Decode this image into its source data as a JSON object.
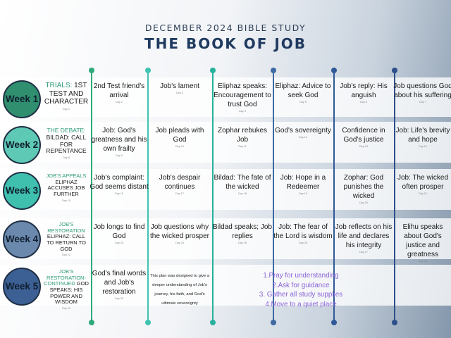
{
  "header": {
    "subtitle": "DECEMBER 2024 BIBLE STUDY",
    "title": "THE BOOK OF JOB"
  },
  "weeks": [
    {
      "badge": "Week 1",
      "heading": "TRIALS:",
      "text": "1ST TEST AND CHARACTER",
      "day": "Day 1",
      "color": "#2f8f6f",
      "days": [
        {
          "text": "2nd Test friend's arrival",
          "day": "Day 2"
        },
        {
          "text": "Job's lament",
          "day": "Day 3"
        },
        {
          "text": "Eliphaz speaks: Encouragement to trust God",
          "day": "Day 4"
        },
        {
          "text": "Eliphaz: Advice to seek God",
          "day": "Day 5"
        },
        {
          "text": "Job's reply: His anguish",
          "day": "Day 6"
        },
        {
          "text": "Job questions God about his suffering",
          "day": "Day 7"
        }
      ]
    },
    {
      "badge": "Week 2",
      "heading": "THE DEBATE:",
      "text": "BILDAD: CALL FOR REPENTANCE",
      "day": "Day 8",
      "color": "#5ec9b5",
      "days": [
        {
          "text": "Job: God's greatness and his own frailty",
          "day": "Day 9"
        },
        {
          "text": "Job pleads with God",
          "day": "Day 10"
        },
        {
          "text": "Zophar rebukes Job",
          "day": "Day 11"
        },
        {
          "text": "God's sovereignty",
          "day": "Day 12"
        },
        {
          "text": "Confidence in God's justice",
          "day": "Day 13"
        },
        {
          "text": "Job: Life's brevity and hope",
          "day": "Day 14"
        }
      ]
    },
    {
      "badge": "Week 3",
      "heading": "JOB'S APPEALS",
      "text": "ELIPHAZ ACCUSES JOB FURTHER",
      "day": "Day 15",
      "color": "#3fbfae",
      "days": [
        {
          "text": "Job's complaint: God seems distant",
          "day": "Day 16"
        },
        {
          "text": "Job's despair continues",
          "day": "Day 17"
        },
        {
          "text": "Bildad: The fate of the wicked",
          "day": "Day 18"
        },
        {
          "text": "Job: Hope in a Redeemer",
          "day": "Day 19"
        },
        {
          "text": "Zophar: God punishes the wicked",
          "day": "Day 20"
        },
        {
          "text": "Job: The wicked often prosper",
          "day": "Day 21"
        }
      ]
    },
    {
      "badge": "Week 4",
      "heading": "JOB'S RESTORATION",
      "text": "ELIPHAZ: CALL TO RETURN TO GOD",
      "day": "Day 22",
      "color": "#6b88ad",
      "days": [
        {
          "text": "Job longs to find God",
          "day": "Day 23"
        },
        {
          "text": "Job questions why the wicked prosper",
          "day": "Day 24"
        },
        {
          "text": "Bildad speaks; Job replies",
          "day": "Day 25"
        },
        {
          "text": "Job: The fear of the Lord is wisdom",
          "day": "Day 26"
        },
        {
          "text": "Job reflects on his life and declares his integrity",
          "day": "Day 27"
        },
        {
          "text": "Elihu speaks about God's justice and greatness",
          "day": "Day 28"
        }
      ]
    },
    {
      "badge": "Week 5",
      "heading": "JOB'S RESTORATION- CONTINUED",
      "text": "GOD SPEAKS: HIS POWER AND WISDOM",
      "day": "Day 29",
      "color": "#3c5f94",
      "days": [
        {
          "text": "God's final words and Job's restoration",
          "day": "Day 30"
        },
        {
          "text": "This plan was designed to give a deeper understanding of Job's journey, his faith, and God's ultimate sovereignty",
          "day": ""
        }
      ]
    }
  ],
  "tips": [
    "1.Pray for understanding",
    "2.Ask for guidance",
    "3. Gather all study supplies",
    "4.Move to a quiet place"
  ]
}
